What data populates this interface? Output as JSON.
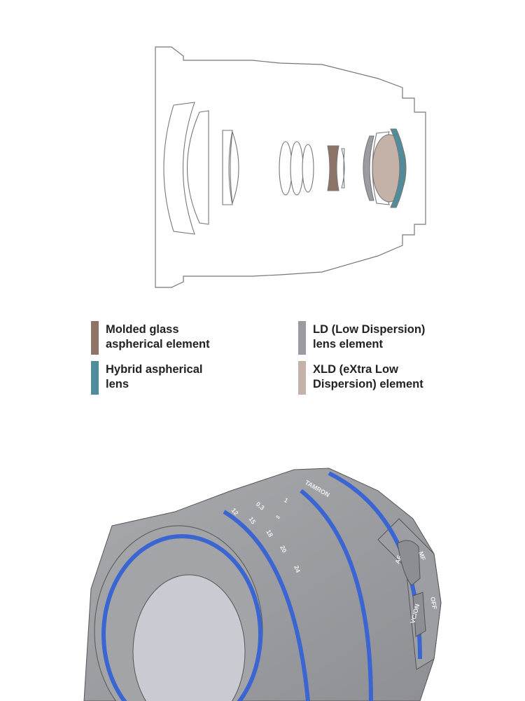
{
  "legend": [
    {
      "label": "Molded glass\naspherical element",
      "color": "#8e7466"
    },
    {
      "label": "Hybrid aspherical\nlens",
      "color": "#4f8c9c"
    },
    {
      "label": "LD (Low Dispersion)\nlens element",
      "color": "#9b9ca1"
    },
    {
      "label": "XLD (eXtra Low\nDispersion) element",
      "color": "#c4b1a7"
    }
  ],
  "lens_render": {
    "brand": "TAMRON",
    "focus_switch": {
      "af": "AF",
      "mf": "MF"
    },
    "vc_switch": {
      "on": "VC/ON",
      "off": "OFF"
    },
    "focal_marks": [
      "24",
      "20",
      "18",
      "15",
      "12"
    ],
    "distance_marks": [
      "1",
      "0.3",
      "∞"
    ],
    "highlight_color": "#3b66d2"
  }
}
